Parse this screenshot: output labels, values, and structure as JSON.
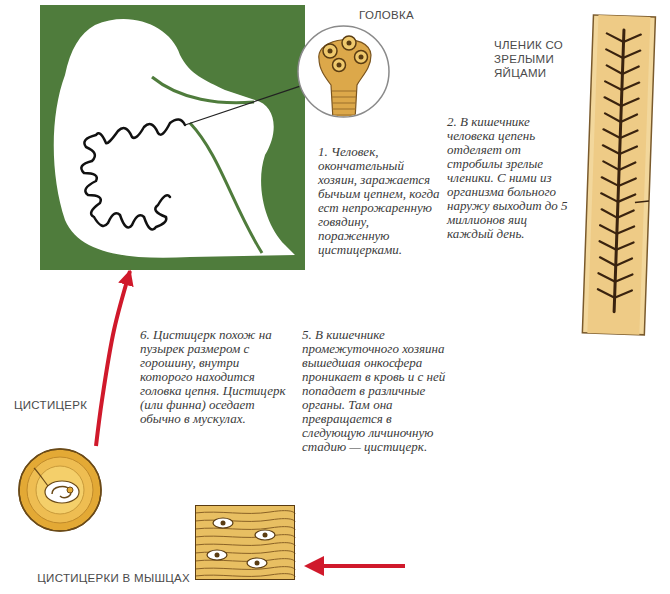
{
  "diagram": {
    "nodes": [
      {
        "text": []
      },
      {
        "text": [
          "ГОЛОВКА"
        ]
      },
      {
        "text": [
          "ЧЛЕНИК СО ЗРЕЛЫМИ ЯЙЦАМИ"
        ]
      },
      {
        "text": [
          "ЦИСТИЦЕРК"
        ]
      },
      {
        "text": [
          "ЦИСТИЦЕРКИ В МЫШЦАХ"
        ]
      }
    ],
    "edges": [
      {
        "from": 0,
        "to": 1,
        "arrow": "none"
      },
      {
        "from": 3,
        "to": 0,
        "arrow": "to"
      }
    ],
    "labels": [
      "1. Человек, окончательный хозяин, заражается бычьим цепнем, когда ест непрожаренную говядину, пораженную цистицерками.",
      "2. В кишечнике человека цепень отделяет от стробилы зрелые членики. С ними из организма больного наружу выходит до 5 миллионов яиц каждый день.",
      "6. Цистицерк похож на пузырек размером с горошину, внутри которого находится головка цепня. Цистицерк (или финна) оседает обычно в мускулах.",
      "5. В кишечнике промежуточного хозяина вышедшая онкосфера проникает в кровь и с ней попадает в различные органы. Там она превращается в следующую личиночную стадию — цистицерк."
    ]
  }
}
